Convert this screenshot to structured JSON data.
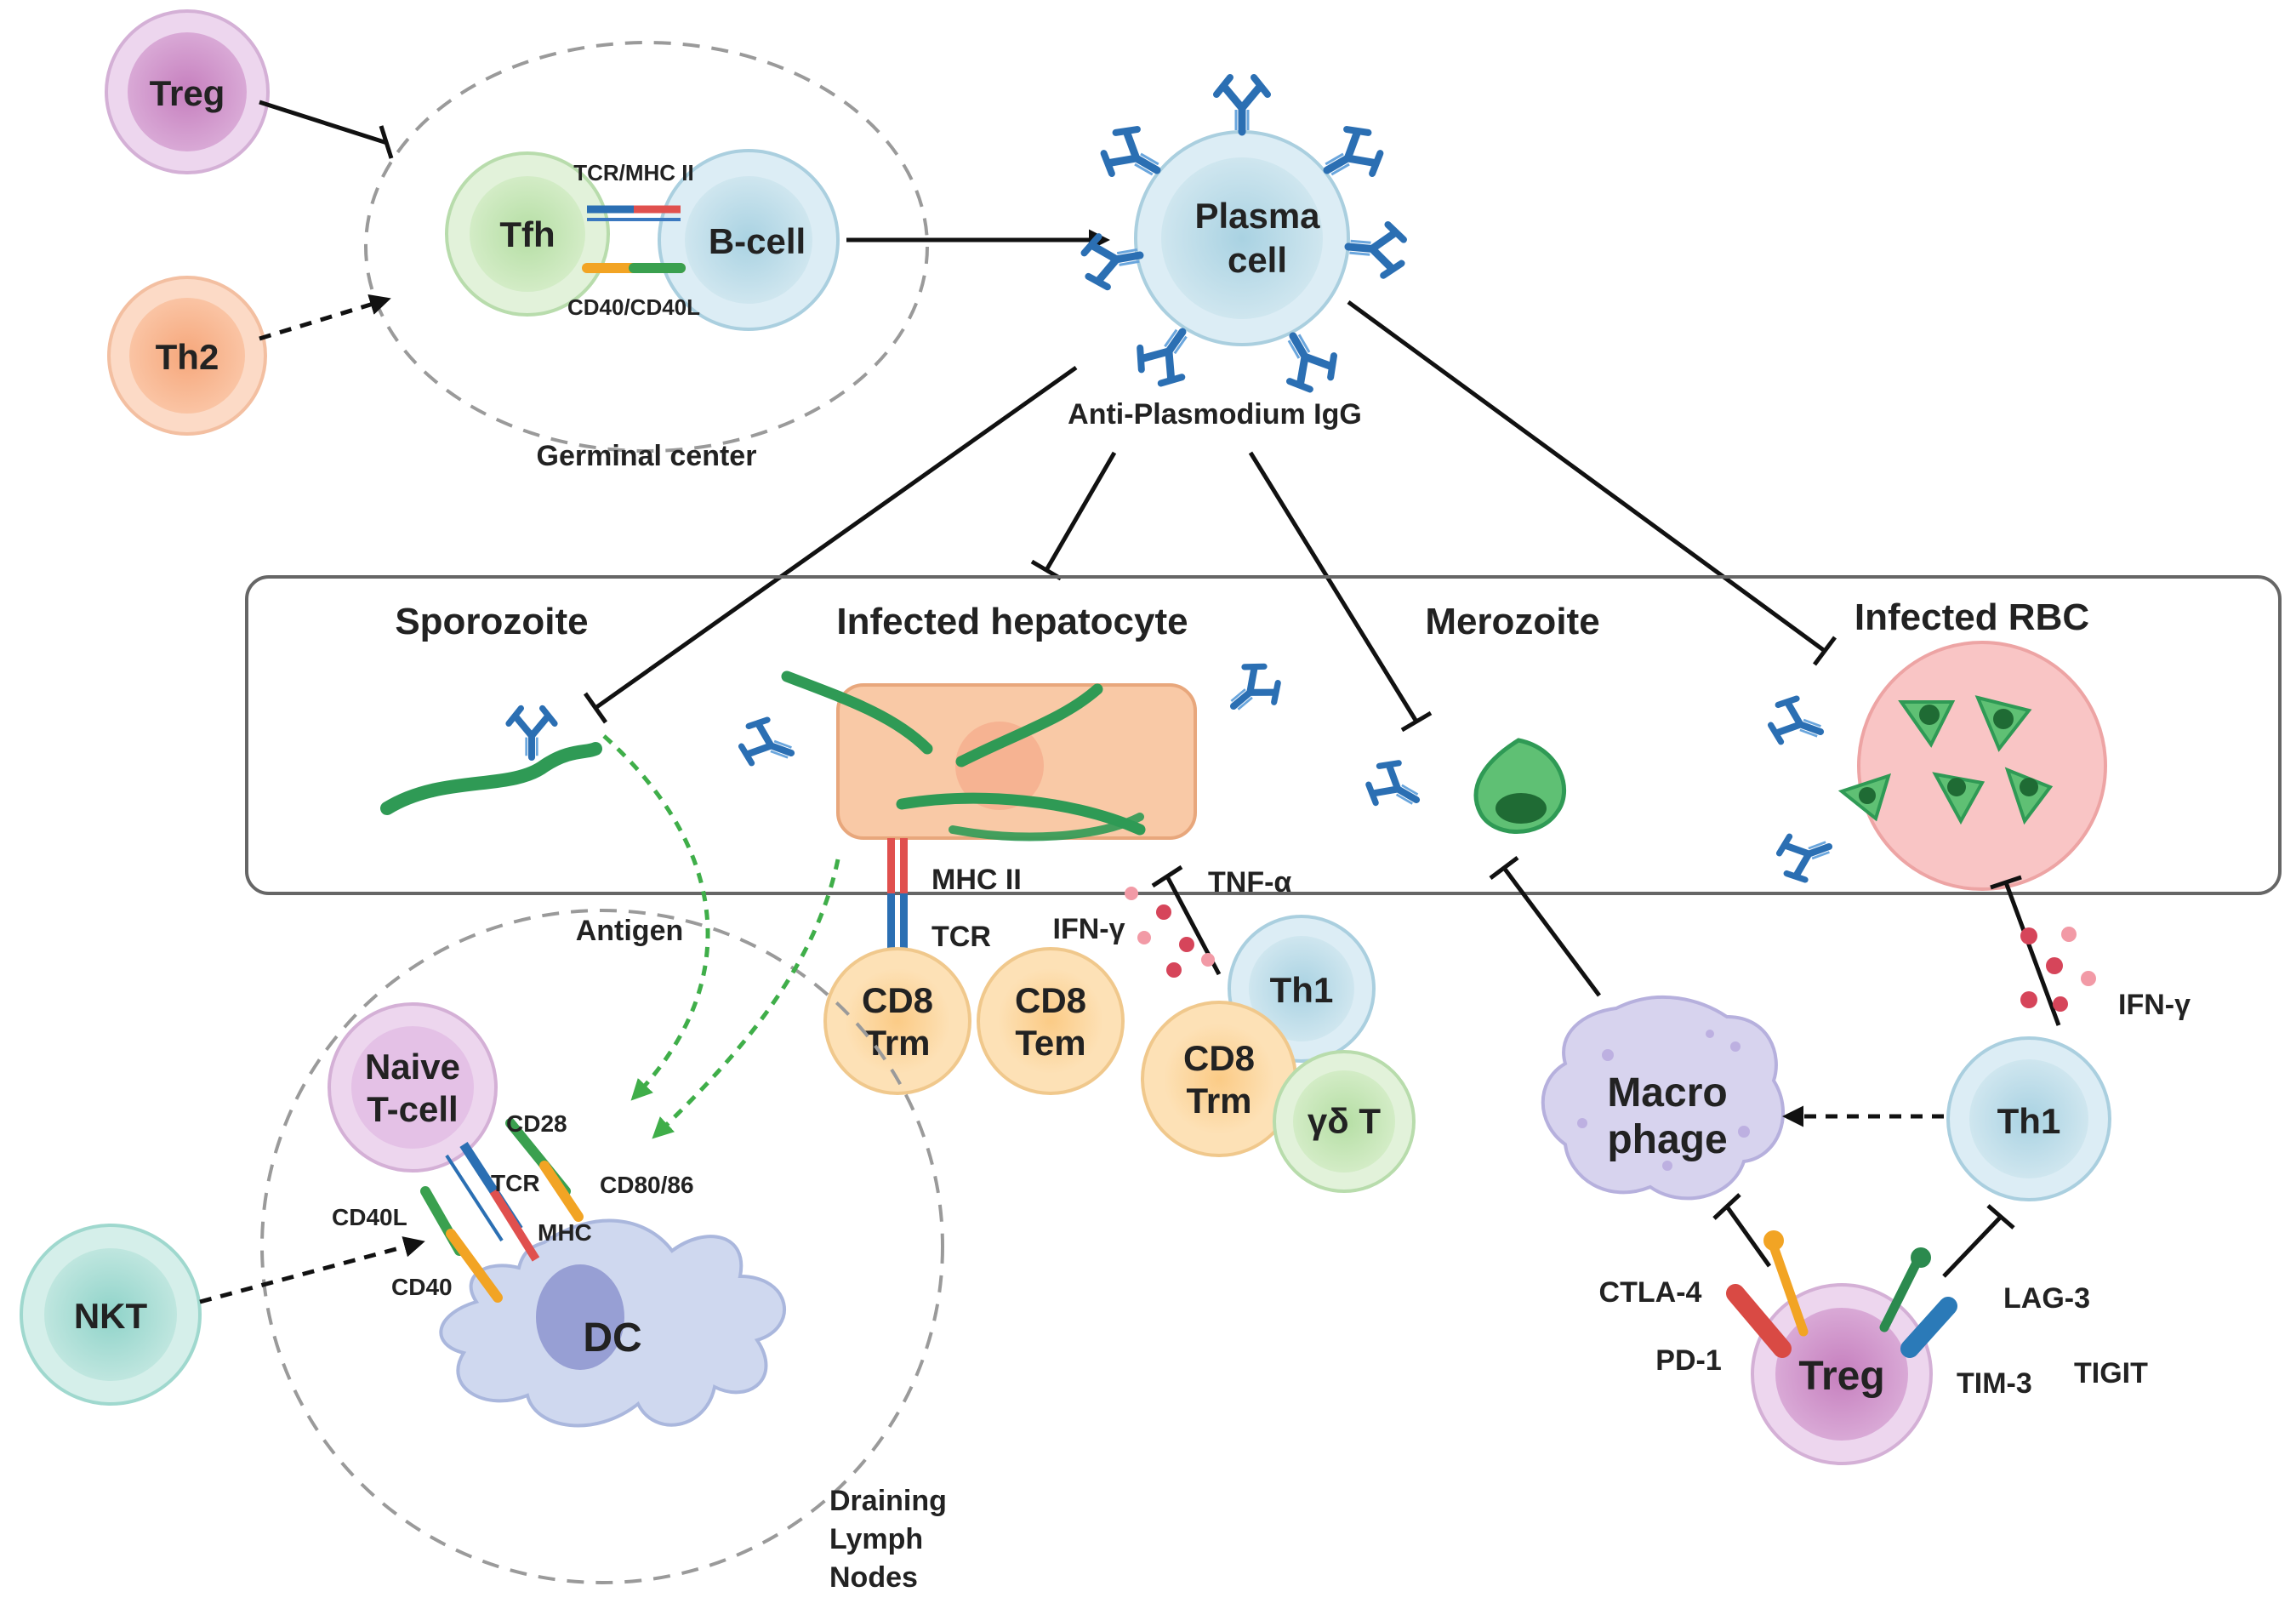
{
  "labels": {
    "treg_top": "Treg",
    "th2": "Th2",
    "tfh": "Tfh",
    "bcell": "B-cell",
    "tcr_mhc2": "TCR/MHC II",
    "cd40_cd40l": "CD40/CD40L",
    "germinal_center": "Germinal center",
    "plasma_line1": "Plasma",
    "plasma_line2": "cell",
    "anti_igg": "Anti-Plasmodium IgG",
    "sporozoite": "Sporozoite",
    "infected_hepatocyte": "Infected hepatocyte",
    "merozoite": "Merozoite",
    "infected_rbc": "Infected RBC",
    "mhc2": "MHC II",
    "tcr_hep": "TCR",
    "tnf": "TNF-α",
    "ifn_hep": "IFN-γ",
    "cd8trm1_l1": "CD8",
    "cd8trm1_l2": "Trm",
    "cd8tem_l1": "CD8",
    "cd8tem_l2": "Tem",
    "th1_mid": "Th1",
    "cd8trm2_l1": "CD8",
    "cd8trm2_l2": "Trm",
    "gd_t": "γδ T",
    "antigen": "Antigen",
    "naive_l1": "Naive",
    "naive_l2": "T-cell",
    "cd28": "CD28",
    "tcr_ln": "TCR",
    "cd80_86": "CD80/86",
    "mhc_ln": "MHC",
    "cd40l": "CD40L",
    "cd40": "CD40",
    "dc": "DC",
    "nkt": "NKT",
    "draining_l1": "Draining",
    "draining_l2": "Lymph",
    "draining_l3": "Nodes",
    "ifn_right": "IFN-γ",
    "macro_l1": "Macro",
    "macro_l2": "phage",
    "th1_right": "Th1",
    "ctla4": "CTLA-4",
    "pd1": "PD-1",
    "treg_bottom": "Treg",
    "lag3": "LAG-3",
    "tim3": "TIM-3",
    "tigit": "TIGIT"
  }
}
